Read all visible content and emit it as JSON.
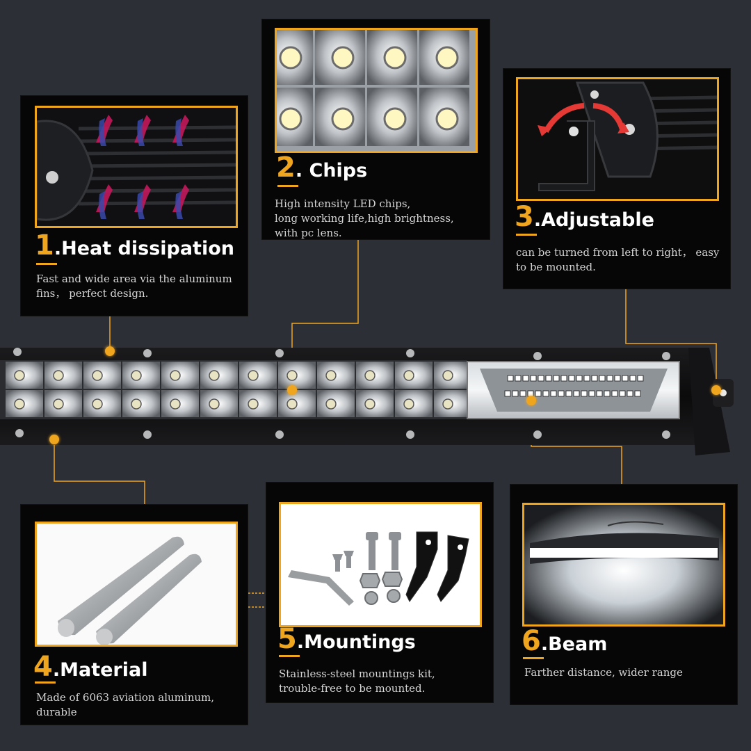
{
  "colors": {
    "background": "#2c2f36",
    "card": "#060607",
    "accent": "#f0a51e",
    "text": "#ffffff",
    "text_secondary": "#d6d6d6"
  },
  "features": [
    {
      "number": "1",
      "title": ".Heat dissipation",
      "description": [
        "Fast and wide area via the aluminum",
        "fins， perfect design."
      ]
    },
    {
      "number": "2",
      "title": ". Chips",
      "description": [
        "High intensity LED chips,",
        "long working life,high brightness,",
        "with pc lens."
      ]
    },
    {
      "number": "3",
      "title": ".Adjustable",
      "description": [
        "can be turned from left to right， easy",
        "to be mounted."
      ]
    },
    {
      "number": "4",
      "title": ".Material",
      "description": [
        "Made of 6063 aviation aluminum, durable"
      ]
    },
    {
      "number": "5",
      "title": ".Mountings",
      "description": [
        "Stainless-steel mountings kit,",
        "trouble-free to be mounted."
      ]
    },
    {
      "number": "6",
      "title": ".Beam",
      "description": [
        "Farther distance, wider range"
      ]
    }
  ]
}
